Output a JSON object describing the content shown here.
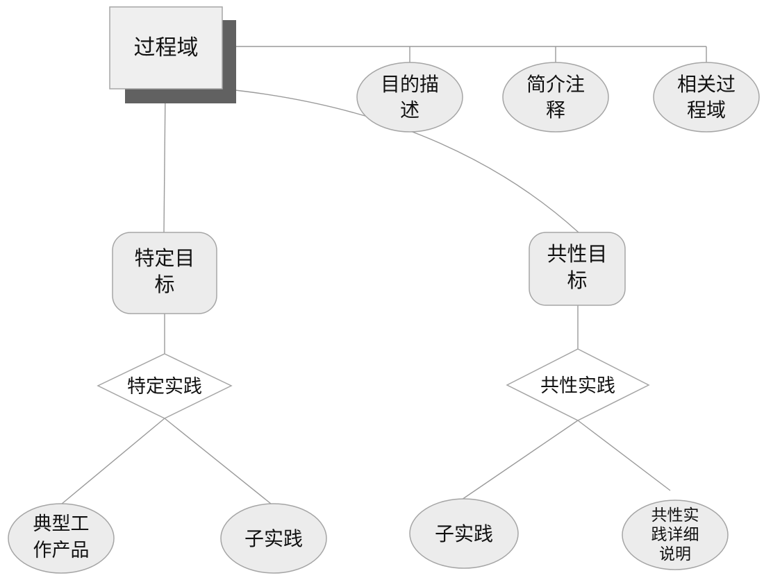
{
  "root": {
    "label": "过程域"
  },
  "attributes": [
    {
      "lines": [
        "目的描",
        "述"
      ]
    },
    {
      "lines": [
        "简介注",
        "释"
      ]
    },
    {
      "lines": [
        "相关过",
        "程域"
      ]
    }
  ],
  "specific": {
    "goal": {
      "lines": [
        "特定目",
        "标"
      ]
    },
    "practice": {
      "label": "特定实践"
    },
    "children": [
      {
        "lines": [
          "典型工",
          "作产品"
        ]
      },
      {
        "lines": [
          "子实践"
        ]
      }
    ]
  },
  "generic": {
    "goal": {
      "lines": [
        "共性目",
        "标"
      ]
    },
    "practice": {
      "label": "共性实践"
    },
    "children": [
      {
        "lines": [
          "子实践"
        ]
      },
      {
        "lines": [
          "共性实",
          "践详细",
          "说明"
        ]
      }
    ]
  }
}
